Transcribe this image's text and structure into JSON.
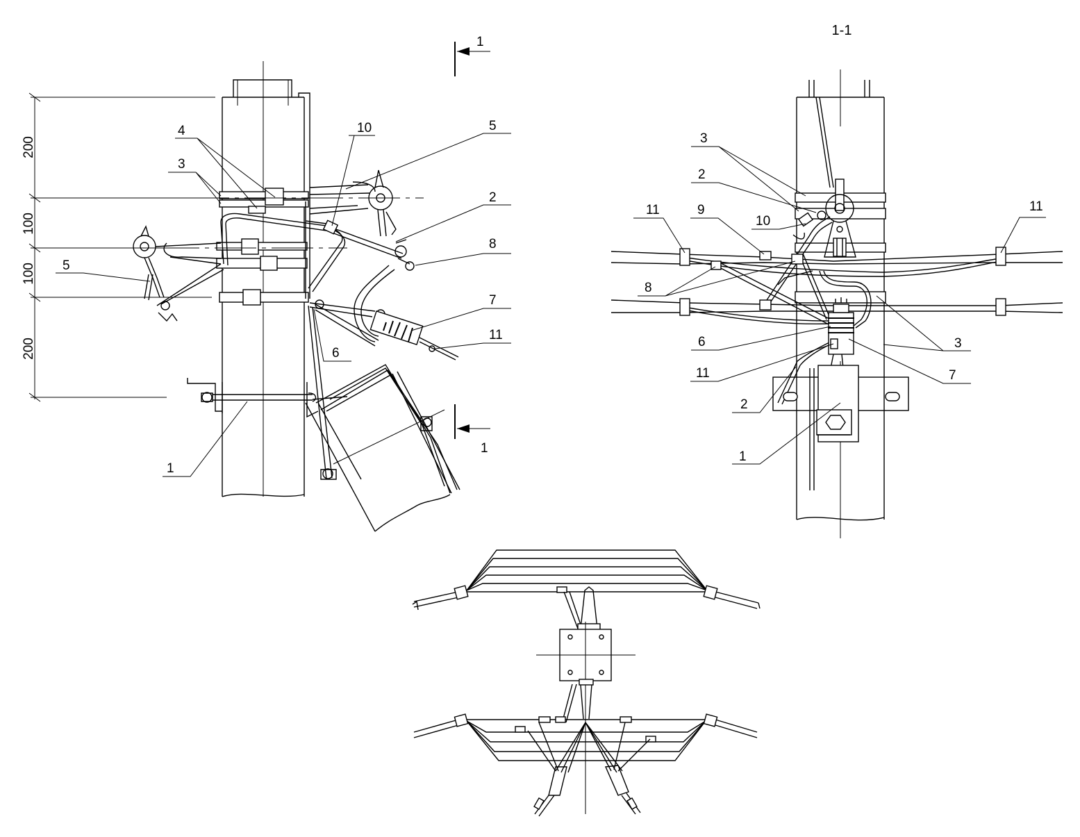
{
  "section_title": "1-1",
  "section_marks": [
    "1",
    "1"
  ],
  "dimensions": [
    "200",
    "100",
    "100",
    "200"
  ],
  "front_view": {
    "callouts": [
      "4",
      "3",
      "10",
      "5",
      "2",
      "8",
      "5",
      "7",
      "11",
      "6",
      "1"
    ]
  },
  "section_view": {
    "callouts": [
      "3",
      "2",
      "11",
      "9",
      "10",
      "11",
      "8",
      "6",
      "3",
      "11",
      "7",
      "2",
      "1"
    ]
  }
}
